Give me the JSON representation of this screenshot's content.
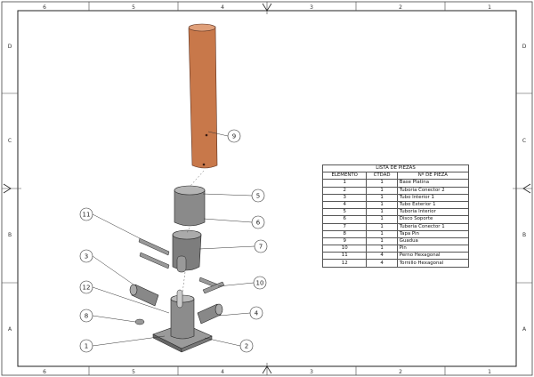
{
  "frame": {
    "columns": [
      "6",
      "5",
      "4",
      "3",
      "2",
      "1"
    ],
    "rows": [
      "D",
      "C",
      "B",
      "A"
    ]
  },
  "bom": {
    "title": "LISTA DE PIEZAS",
    "headers": [
      "ELEMENTO",
      "CTDAD",
      "Nº DE PIEZA"
    ],
    "rows": [
      [
        "1",
        "1",
        "Base Platina"
      ],
      [
        "2",
        "1",
        "Tuboria Conector 2"
      ],
      [
        "3",
        "1",
        "Tubo Interior 1"
      ],
      [
        "4",
        "1",
        "Tubo Exterior 1"
      ],
      [
        "5",
        "1",
        "Tuboria Interior"
      ],
      [
        "6",
        "1",
        "Disco Soporte"
      ],
      [
        "7",
        "1",
        "Tuberia Conector 1"
      ],
      [
        "8",
        "1",
        "Tapa Pin"
      ],
      [
        "9",
        "1",
        "Guadua"
      ],
      [
        "10",
        "1",
        "Pin"
      ],
      [
        "11",
        "4",
        "Perno Hexagonal"
      ],
      [
        "12",
        "4",
        "Tornillo Hexagonal"
      ]
    ]
  },
  "balloons": [
    "9",
    "5",
    "6",
    "7",
    "11",
    "3",
    "10",
    "12",
    "8",
    "4",
    "1",
    "2"
  ],
  "colors": {
    "pipe": "#c8784a",
    "steel": "#8a8a8a"
  }
}
